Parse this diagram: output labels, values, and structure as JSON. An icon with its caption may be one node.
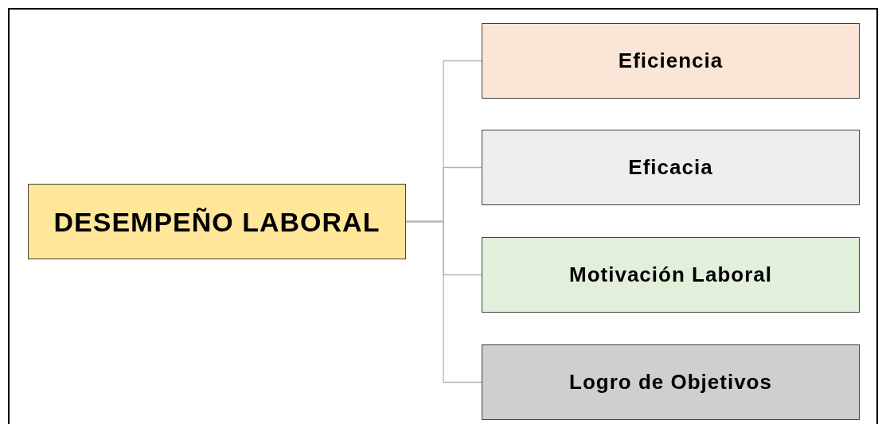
{
  "diagram": {
    "nodes": [
      {
        "text": [
          "DESEMPEÑO LABORAL"
        ]
      },
      {
        "text": [
          "Eficiencia"
        ]
      },
      {
        "text": [
          "Eficacia"
        ]
      },
      {
        "text": [
          "Motivación Laboral"
        ]
      },
      {
        "text": [
          "Logro de Objetivos"
        ]
      }
    ],
    "edges": [
      {
        "from": 0,
        "to": 1,
        "arrow": "none"
      },
      {
        "from": 0,
        "to": 2,
        "arrow": "none"
      },
      {
        "from": 0,
        "to": 3,
        "arrow": "none"
      },
      {
        "from": 0,
        "to": 4,
        "arrow": "none"
      }
    ]
  }
}
